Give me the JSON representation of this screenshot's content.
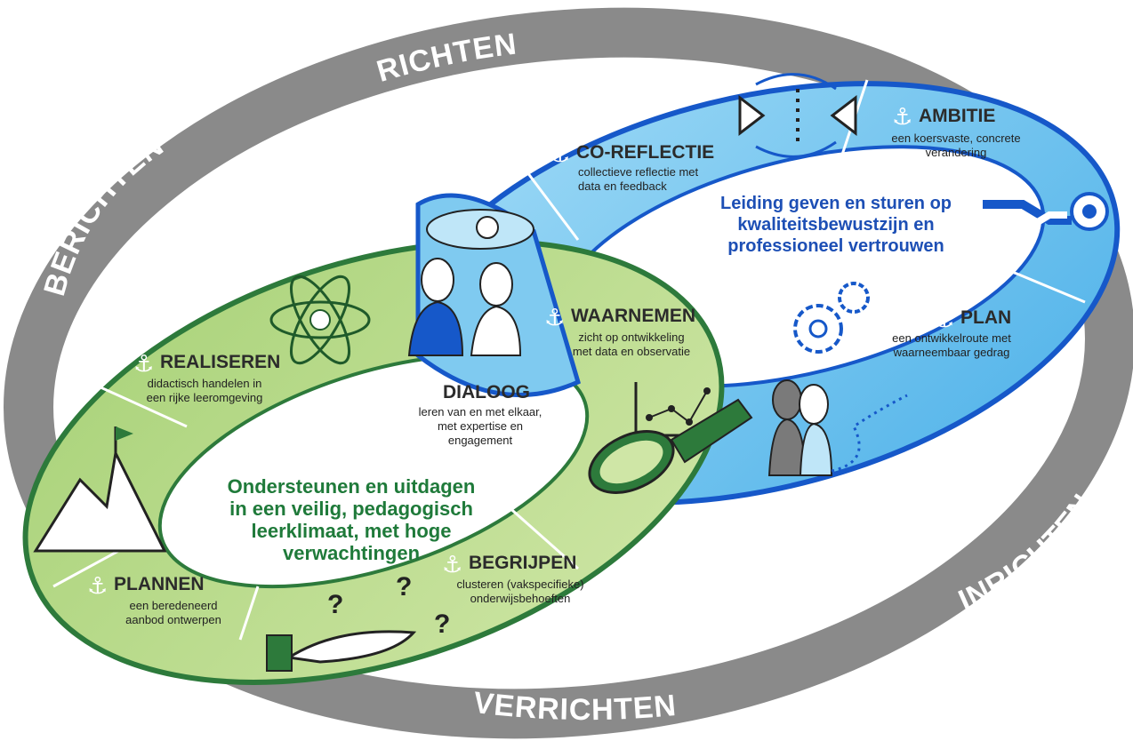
{
  "outer_ring": {
    "top": "RICHTEN",
    "left": "BERICHTEN",
    "right": "INRICHTEN",
    "bottom": "VERRICHTEN"
  },
  "blue_loop": {
    "center_lines": [
      "Leiding geven en sturen op",
      "kwaliteitsbewustzijn en",
      "professioneel vertrouwen"
    ],
    "steps": [
      {
        "title": "CO-REFLECTIE",
        "desc": [
          "collectieve reflectie met",
          "data en feedback"
        ]
      },
      {
        "title": "AMBITIE",
        "desc": [
          "een koersvaste, concrete",
          "verandering"
        ]
      },
      {
        "title": "PLAN",
        "desc": [
          "een ontwikkelroute met",
          "waarneembaar gedrag"
        ]
      },
      {
        "title": "DIALOOG",
        "desc": [
          "leren van en met elkaar,",
          "met expertise en",
          "engagement"
        ]
      }
    ]
  },
  "green_loop": {
    "center_lines": [
      "Ondersteunen en uitdagen",
      "in een veilig, pedagogisch",
      "leerklimaat, met hoge",
      "verwachtingen"
    ],
    "steps": [
      {
        "title": "REALISEREN",
        "desc": [
          "didactisch handelen in",
          "een rijke leeromgeving"
        ]
      },
      {
        "title": "WAARNEMEN",
        "desc": [
          "zicht op ontwikkeling",
          "met data en observatie"
        ]
      },
      {
        "title": "PLANNEN",
        "desc": [
          "een beredeneerd",
          "aanbod ontwerpen"
        ]
      },
      {
        "title": "BEGRIJPEN",
        "desc": [
          "clusteren (vakspecifieke)",
          "onderwijsbehoeften"
        ]
      }
    ]
  },
  "colors": {
    "outer_ring": "#8a8a8a",
    "blue_dark": "#1658c9",
    "blue_light": "#6fc3ee",
    "green_dark": "#2d7a3b",
    "green_light": "#b8d98a",
    "text_green": "#1f7a3a",
    "text_blue": "#1d4fb5"
  },
  "icons": [
    "anchor-icon",
    "atom-lightbulb-icon",
    "mountain-flag-icon",
    "hand-questions-icon",
    "magnifier-people-icon",
    "chart-icon",
    "dialogue-heads-icon",
    "gears-icon",
    "arrows-target-icon",
    "reflection-triangles-icon"
  ]
}
